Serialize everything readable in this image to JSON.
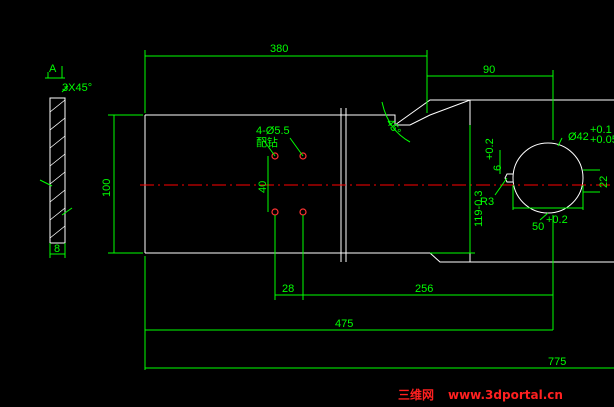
{
  "drawing": {
    "colors": {
      "background": "#000000",
      "outline": "#ffffff",
      "dimension": "#00ff00",
      "centerline": "#ff0000",
      "holes": "#ff3333",
      "watermark_red": "#ff2020",
      "watermark_blue": "#2060ff"
    },
    "dimensions": {
      "d380": "380",
      "d90": "90",
      "d100": "100",
      "d40": "40",
      "d28": "28",
      "d256": "256",
      "d475": "475",
      "d775": "775",
      "d119": "119-0.3",
      "d8": "8",
      "d22": "22",
      "d6": "6",
      "d6tol": "+0.2",
      "d50": "50",
      "d50tol": "+0.2",
      "angle45": "45°"
    },
    "labels": {
      "holes": "4-Ø5.5",
      "holes_note": "配钻",
      "bore": "Ø42",
      "bore_tol_top": "+0.1",
      "bore_tol_bottom": "+0.05",
      "radius": "R3",
      "chamfer": "3X45°",
      "datum": "A"
    },
    "watermark": {
      "cn": "三维网",
      "url": "www.3dportal.cn"
    }
  }
}
